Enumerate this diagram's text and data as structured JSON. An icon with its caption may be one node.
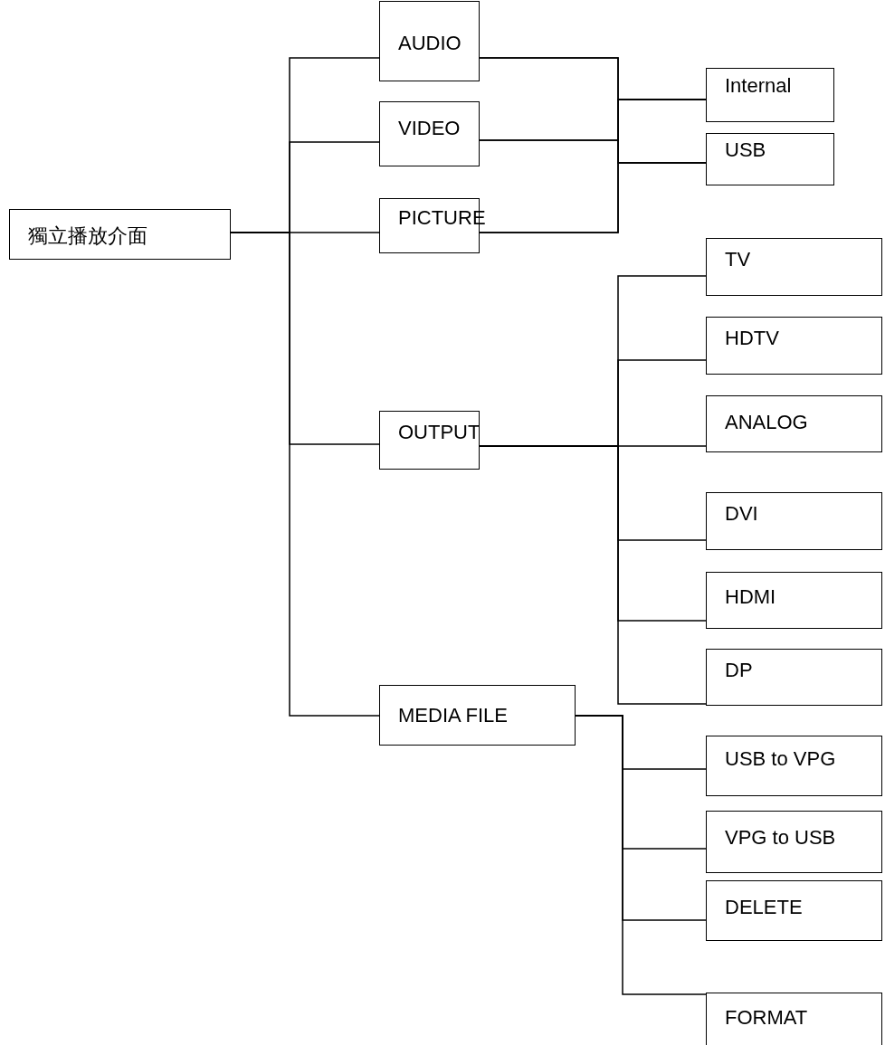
{
  "diagram": {
    "nodes": [
      {
        "text": [
          "獨立播放介面"
        ]
      },
      {
        "text": [
          "AUDIO"
        ]
      },
      {
        "text": [
          "VIDEO"
        ]
      },
      {
        "text": [
          "PICTURE"
        ]
      },
      {
        "text": [
          "OUTPUT"
        ]
      },
      {
        "text": [
          "MEDIA FILE"
        ]
      },
      {
        "text": [
          "Internal"
        ]
      },
      {
        "text": [
          "USB"
        ]
      },
      {
        "text": [
          "TV"
        ]
      },
      {
        "text": [
          "HDTV"
        ]
      },
      {
        "text": [
          "ANALOG"
        ]
      },
      {
        "text": [
          "DVI"
        ]
      },
      {
        "text": [
          "HDMI"
        ]
      },
      {
        "text": [
          "DP"
        ]
      },
      {
        "text": [
          "USB to VPG"
        ]
      },
      {
        "text": [
          "VPG to USB"
        ]
      },
      {
        "text": [
          "DELETE"
        ]
      },
      {
        "text": [
          "FORMAT"
        ]
      }
    ],
    "edges": [
      {
        "from": 0,
        "to": 1,
        "arrow": "none"
      },
      {
        "from": 0,
        "to": 2,
        "arrow": "none"
      },
      {
        "from": 0,
        "to": 3,
        "arrow": "none"
      },
      {
        "from": 0,
        "to": 4,
        "arrow": "none"
      },
      {
        "from": 0,
        "to": 5,
        "arrow": "none"
      },
      {
        "from": 1,
        "to": 6,
        "arrow": "none"
      },
      {
        "from": 1,
        "to": 7,
        "arrow": "none"
      },
      {
        "from": 2,
        "to": 6,
        "arrow": "none"
      },
      {
        "from": 2,
        "to": 7,
        "arrow": "none"
      },
      {
        "from": 3,
        "to": 6,
        "arrow": "none"
      },
      {
        "from": 3,
        "to": 7,
        "arrow": "none"
      },
      {
        "from": 4,
        "to": 8,
        "arrow": "none"
      },
      {
        "from": 4,
        "to": 9,
        "arrow": "none"
      },
      {
        "from": 4,
        "to": 10,
        "arrow": "none"
      },
      {
        "from": 4,
        "to": 11,
        "arrow": "none"
      },
      {
        "from": 4,
        "to": 12,
        "arrow": "none"
      },
      {
        "from": 4,
        "to": 13,
        "arrow": "none"
      },
      {
        "from": 5,
        "to": 14,
        "arrow": "none"
      },
      {
        "from": 5,
        "to": 15,
        "arrow": "none"
      },
      {
        "from": 5,
        "to": 16,
        "arrow": "none"
      },
      {
        "from": 5,
        "to": 17,
        "arrow": "none"
      }
    ]
  }
}
